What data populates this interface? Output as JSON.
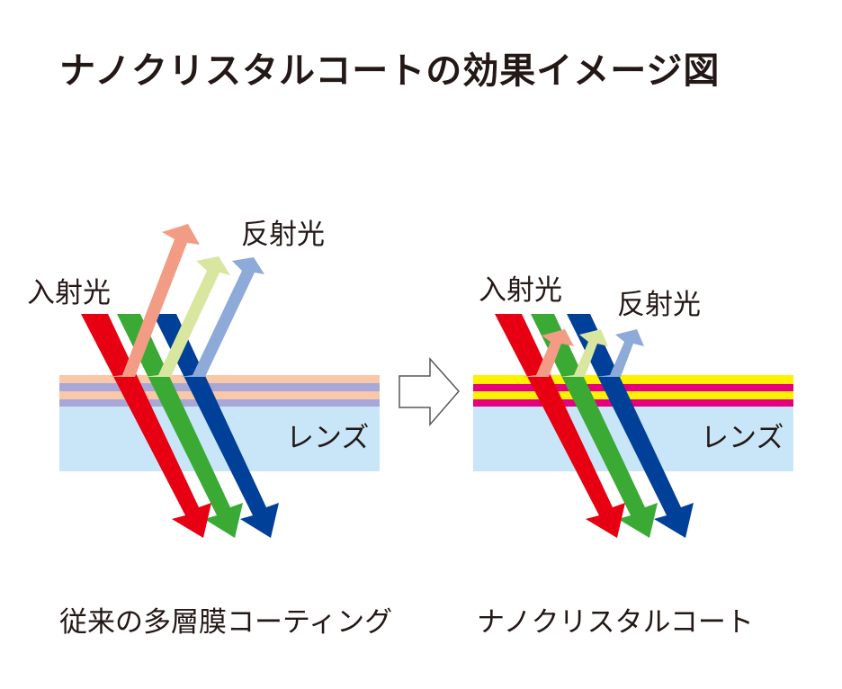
{
  "title": "ナノクリスタルコートの効果イメージ図",
  "left_panel": {
    "incident_label": "入射光",
    "reflected_label": "反射光",
    "lens_label": "レンズ",
    "caption": "従来の多層膜コーティング"
  },
  "transition_arrow": "right-outline-arrow",
  "right_panel": {
    "incident_label": "入射光",
    "reflected_label": "反射光",
    "lens_label": "レンズ",
    "caption": "ナノクリスタルコート"
  },
  "colors": {
    "incident_red": "#e60012",
    "incident_green": "#3aaa35",
    "incident_blue": "#004098",
    "reflected_red": "#f29c85",
    "reflected_green": "#d9e6a0",
    "reflected_blue": "#8eaad9",
    "lens": "#c8e6f8",
    "conventional_layer_peach": "#f8c8a8",
    "conventional_layer_lavender": "#a8a8d8",
    "nano_layer_yellow": "#fff100",
    "nano_layer_magenta": "#e4007f"
  }
}
